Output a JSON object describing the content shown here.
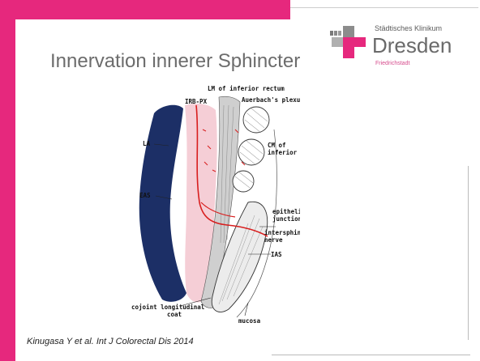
{
  "slide": {
    "title": "Innervation innerer Sphincter",
    "citation": "Kinugasa Y et al. Int J Colorectal Dis 2014",
    "accent_color": "#e6287d"
  },
  "logo": {
    "line1": "Städtisches Klinikum",
    "line2": "Dresden",
    "line3": "Friedrichstadt",
    "mark_icon": "klinikum-cross-logo-icon"
  },
  "diagram": {
    "labels": {
      "lm": "LM of inferior rectum",
      "irb": "IRB-PX",
      "auerbach": "Auerbach's plexus",
      "la": "LA",
      "cm1": "CM of",
      "cm2": "inferior rectum",
      "eas": "EAS",
      "epi1": "epithelial",
      "epi2": "junction",
      "inter1": "intersphincteric",
      "inter2": "nerve",
      "ias": "IAS",
      "cojoint1": "cojoint longitudinal",
      "cojoint2": "coat",
      "mucosa": "mucosa"
    },
    "nerve_color": "#d81e1e",
    "la_eas_color": "#1c2f66"
  }
}
